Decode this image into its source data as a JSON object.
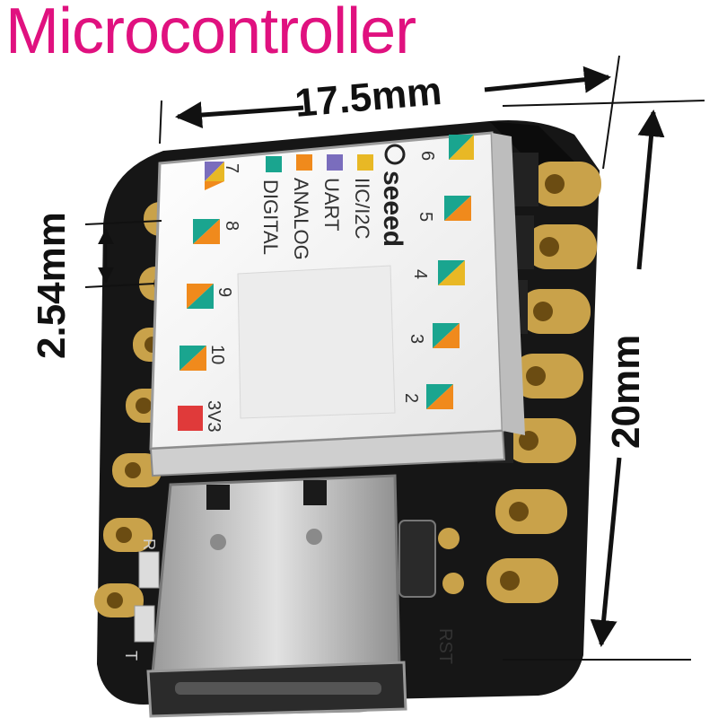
{
  "title": "Microcontroller",
  "dimensions": {
    "width": "17.5mm",
    "height": "20mm",
    "pitch": "2.54mm"
  },
  "board": {
    "brand": "seeed",
    "legend": [
      {
        "label": "IIC/I2C",
        "color": "#e8b825"
      },
      {
        "label": "UART",
        "color": "#7a6dbd"
      },
      {
        "label": "ANALOG",
        "color": "#f08a1c"
      },
      {
        "label": "DIGITAL",
        "color": "#1aa58f"
      }
    ],
    "pins_left": [
      "7",
      "8",
      "9",
      "10",
      "3V3"
    ],
    "pins_right": [
      "6",
      "5",
      "4",
      "3",
      "2"
    ],
    "silkscreen": {
      "rst": "RST",
      "led_r": "R",
      "led_t": "T"
    },
    "colors": {
      "pcb": "#161616",
      "pad": "#c9a24a",
      "shield": "#f4f4f4",
      "usb": "#b9b9b9",
      "power": "#e03a3a"
    }
  }
}
